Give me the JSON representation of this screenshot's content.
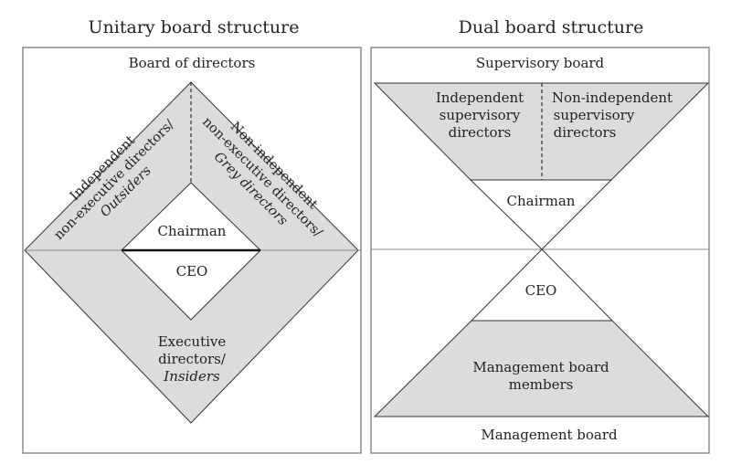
{
  "unitary": {
    "title": "Unitary board structure",
    "board_label": "Board of directors",
    "independent": {
      "line1": "Independent",
      "line2": "non-executive directors/",
      "line3": "Outsiders"
    },
    "non_independent": {
      "line1": "Non-independent",
      "line2": "non-executive directors/",
      "line3": "Grey directors"
    },
    "chairman": "Chairman",
    "ceo": "CEO",
    "executive": {
      "line1": "Executive",
      "line2": "directors/",
      "line3": "Insiders"
    }
  },
  "dual": {
    "title": "Dual board structure",
    "supervisory_board_label": "Supervisory board",
    "independent": {
      "line1": "Independent",
      "line2": "supervisory",
      "line3": "directors"
    },
    "non_independent": {
      "line1": "Non-independent",
      "line2": "supervisory",
      "line3": "directors"
    },
    "chairman": "Chairman",
    "ceo": "CEO",
    "members": {
      "line1": "Management board",
      "line2": "members"
    },
    "management_board_label": "Management board"
  },
  "colors": {
    "fill_gray": "#dcdcdc",
    "border": "#8a8a8a",
    "line": "#333333"
  }
}
